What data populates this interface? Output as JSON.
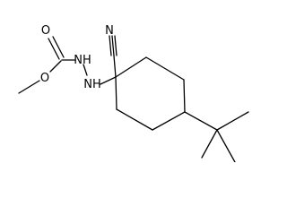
{
  "molecule": {
    "atoms": {
      "carbonyl_o": "O",
      "ester_o": "O",
      "nh_upper": "NH",
      "nh_lower": "NH",
      "nitrile_n": "N"
    }
  },
  "colors": {
    "bond": "#000000",
    "label": "#000000",
    "background": "#ffffff"
  }
}
